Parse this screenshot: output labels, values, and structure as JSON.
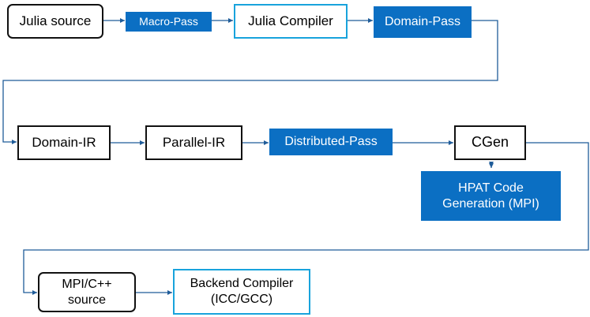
{
  "colors": {
    "fill": "#0b6fc3",
    "outline_light": "#18a3dc",
    "outline_dark": "#111111",
    "arrow": "#1f5c99"
  },
  "nodes": {
    "julia_source": "Julia source",
    "macro_pass": "Macro-Pass",
    "julia_compiler": "Julia Compiler",
    "domain_pass": "Domain-Pass",
    "domain_ir": "Domain-IR",
    "parallel_ir": "Parallel-IR",
    "distributed_pass": "Distributed-Pass",
    "cgen": "CGen",
    "hpat_codegen": "HPAT Code\nGeneration (MPI)",
    "mpi_cpp_source": "MPI/C++\nsource",
    "backend_compiler": "Backend Compiler\n(ICC/GCC)"
  }
}
